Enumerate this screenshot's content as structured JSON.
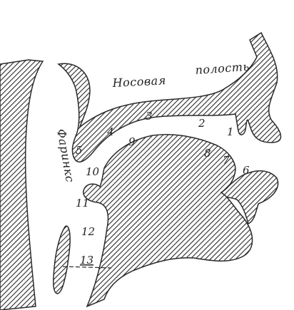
{
  "labels": {
    "nasal_cavity_word1": "Носовая",
    "nasal_cavity_word2": "полость",
    "pharynx": "Фаринкс"
  },
  "numbers": [
    "1",
    "2",
    "3",
    "4",
    "5",
    "6",
    "7",
    "8",
    "9",
    "10",
    "11",
    "12",
    "13"
  ],
  "colors": {
    "ink": "#2a2a2a",
    "paper": "#ffffff"
  }
}
